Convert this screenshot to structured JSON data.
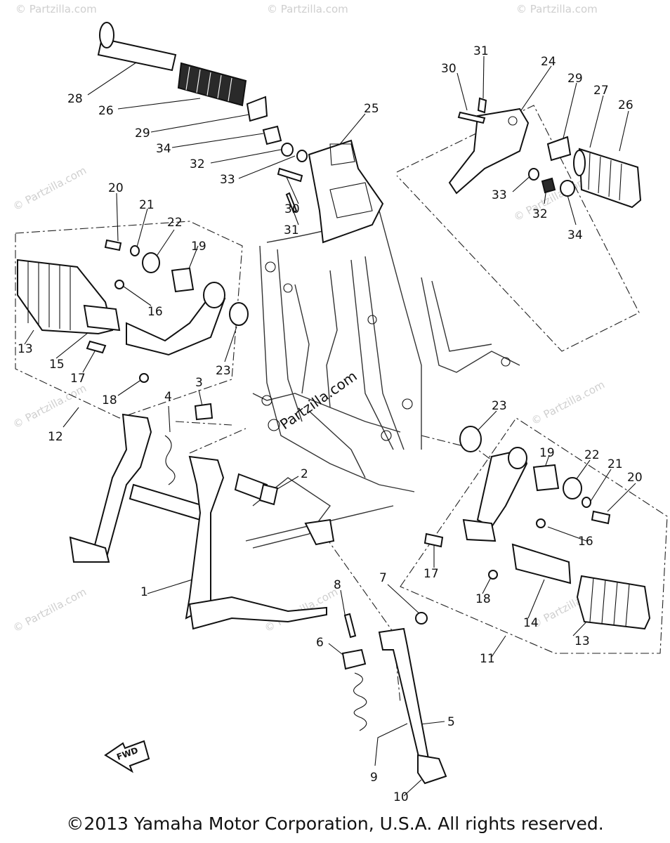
{
  "watermark": "© Partzilla.com",
  "center_watermark": "Partzilla.com",
  "fwd_label": "FWD",
  "copyright": "©2013 Yamaha Motor Corporation, U.S.A. All rights reserved.",
  "callouts": [
    "1",
    "2",
    "3",
    "4",
    "5",
    "6",
    "7",
    "8",
    "9",
    "10",
    "11",
    "12",
    "13",
    "13",
    "14",
    "15",
    "16",
    "16",
    "17",
    "17",
    "18",
    "18",
    "19",
    "19",
    "20",
    "20",
    "21",
    "21",
    "22",
    "22",
    "23",
    "23",
    "24",
    "25",
    "26",
    "26",
    "27",
    "28",
    "29",
    "29",
    "30",
    "30",
    "31",
    "31",
    "32",
    "32",
    "33",
    "33",
    "34",
    "34"
  ]
}
